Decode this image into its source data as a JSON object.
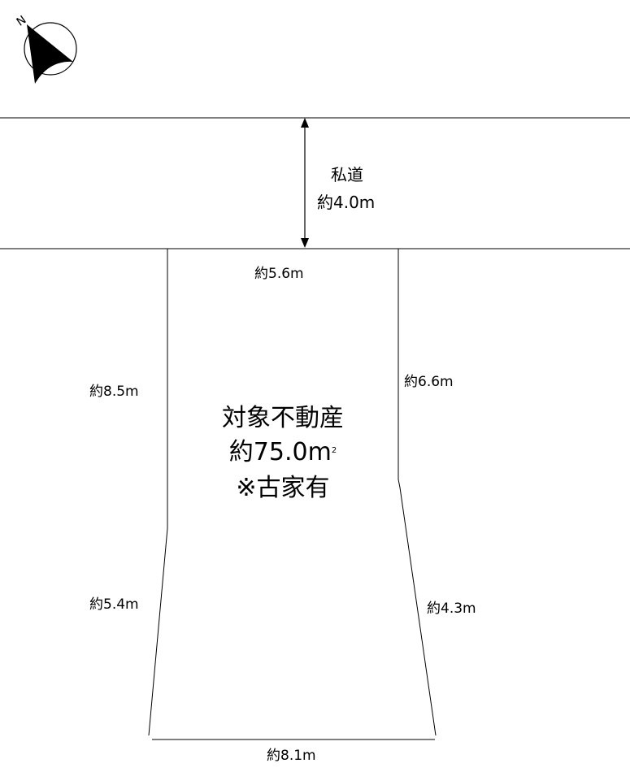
{
  "compass": {
    "north_label": "N"
  },
  "road": {
    "name": "私道",
    "width": "約4.0m"
  },
  "dimensions": {
    "top": "約5.6m",
    "left_upper": "約8.5m",
    "right_upper": "約6.6m",
    "left_lower": "約5.4m",
    "right_lower": "約4.3m",
    "bottom": "約8.1m"
  },
  "property": {
    "title": "対象不動産",
    "area_value": "約75.0m",
    "area_unit_sup": "2",
    "note": "※古家有"
  }
}
